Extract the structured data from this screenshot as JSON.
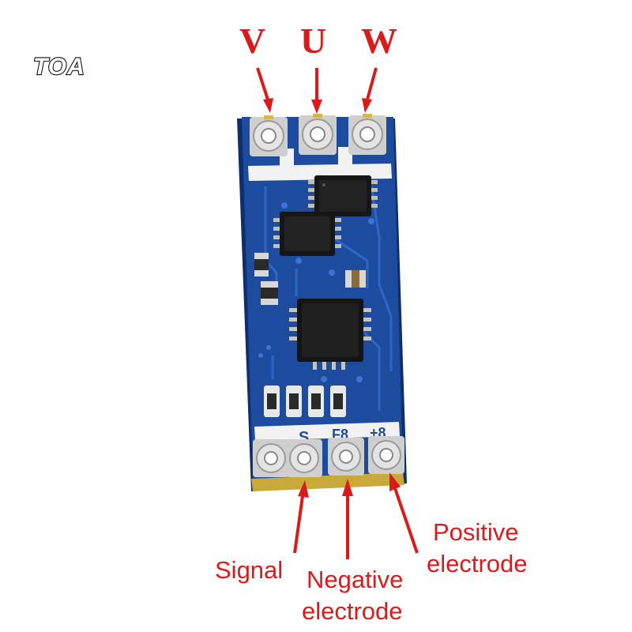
{
  "logo": {
    "text": "TOA"
  },
  "phases": [
    {
      "label": "V"
    },
    {
      "label": "U"
    },
    {
      "label": "W"
    }
  ],
  "pads_top_labels": [],
  "silkscreen": {
    "bottom": [
      "S",
      "F8",
      "+8"
    ]
  },
  "callouts": {
    "signal": [
      "Signal"
    ],
    "negative": [
      "Negative",
      "electrode"
    ],
    "positive": [
      "Positive",
      "electrode"
    ]
  },
  "colors": {
    "label": "#dd1a1a",
    "pcb": "#1d4c9e",
    "pcb_dark": "#123a82",
    "trace": "#2f66c4",
    "pad": "#d7d7d7",
    "chip": "#1a1a1a",
    "silk": "#f2f2f2",
    "gold": "#d6b84a"
  }
}
